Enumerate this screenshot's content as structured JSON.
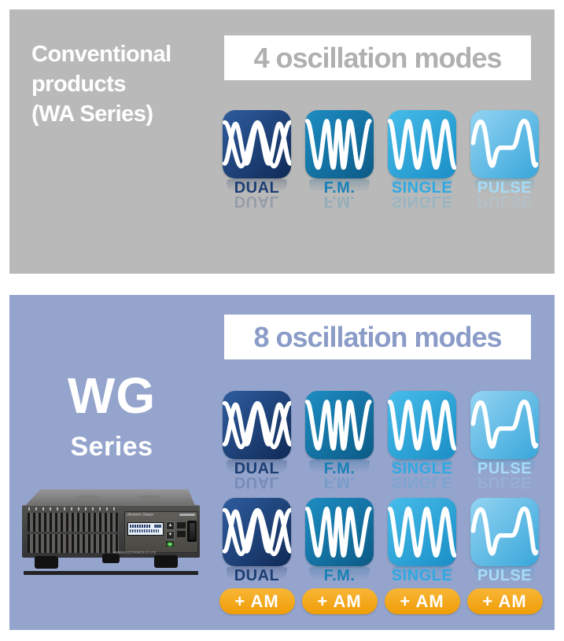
{
  "colors": {
    "page_bg": "#ffffff",
    "top_panel_bg": "#b9b9b9",
    "bottom_panel_bg": "#94a4cc",
    "top_header_text": "#b0b0b0",
    "bottom_header_text": "#8b9cc8",
    "am_badge_bg": "#f5a31c",
    "am_badge_text": "#ffffff"
  },
  "top_panel": {
    "title_lines": [
      "Conventional",
      "products",
      "(WA Series)"
    ],
    "header": "4 oscillation modes"
  },
  "bottom_panel": {
    "series_title": "WG",
    "series_subtitle": "Series",
    "header": "8 oscillation modes",
    "am_label": "+ AM",
    "device": {
      "panel_title": "Ultrasonic Cleaner",
      "brand_line": "HONDA ELECTRONICS CO.,LTD",
      "up_arrow_glyph": "▲",
      "down_arrow_glyph": "▼"
    }
  },
  "modes": [
    {
      "label": "DUAL",
      "wave": "dual",
      "grad_start": "#2e5c9e",
      "grad_end": "#102a56",
      "label_color": "#1c3e74"
    },
    {
      "label": "F.M.",
      "wave": "fm",
      "grad_start": "#1d8dc2",
      "grad_end": "#0c5a86",
      "label_color": "#1a80b6"
    },
    {
      "label": "SINGLE",
      "wave": "single",
      "grad_start": "#47bdea",
      "grad_end": "#1a8ec6",
      "label_color": "#2fa9e2"
    },
    {
      "label": "PULSE",
      "wave": "pulse",
      "grad_start": "#93d4f2",
      "grad_end": "#38a6da",
      "label_color": "#a6dcf6"
    }
  ]
}
